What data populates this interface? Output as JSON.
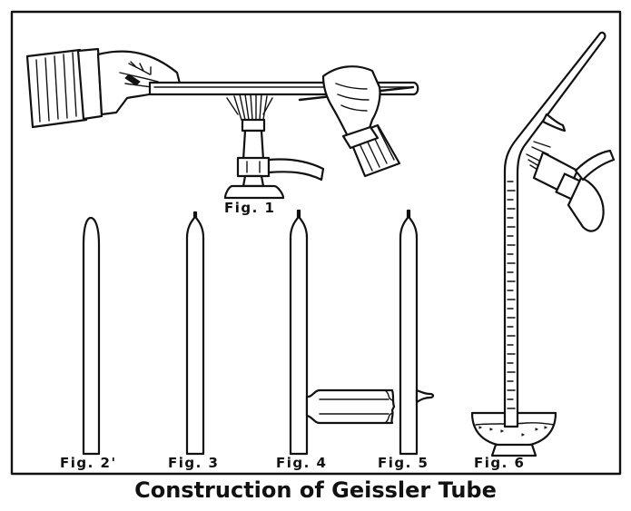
{
  "figure_labels": {
    "fig1": "Fig. 1",
    "fig2": "Fig. 2'",
    "fig3": "Fig. 3",
    "fig4": "Fig. 4",
    "fig5": "Fig. 5",
    "fig6": "Fig. 6"
  },
  "caption": "Construction of Geissler Tube"
}
